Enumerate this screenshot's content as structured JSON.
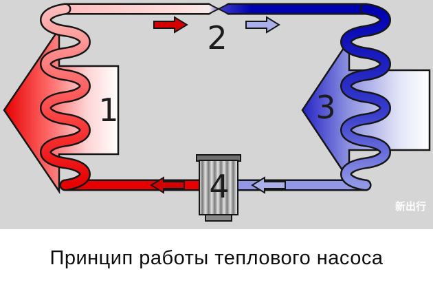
{
  "diagram": {
    "caption": "Принцип работы теплового насоса",
    "watermark": "新出行",
    "labels": {
      "condenser": "1",
      "expansion_valve": "2",
      "evaporator": "3",
      "compressor": "4"
    },
    "colors": {
      "background": "#d5d5d5",
      "hot": "#e60000",
      "hot_light": "#ffbcbc",
      "cold": "#0000b2",
      "cold_light": "#9298e6",
      "flow_red": "#d40000",
      "flow_blue": "#a9b0ea",
      "outline": "#161616",
      "label": "#1c1c1c",
      "metal_dark": "#6f6f6f",
      "metal_base": "#8a8a8a"
    }
  }
}
